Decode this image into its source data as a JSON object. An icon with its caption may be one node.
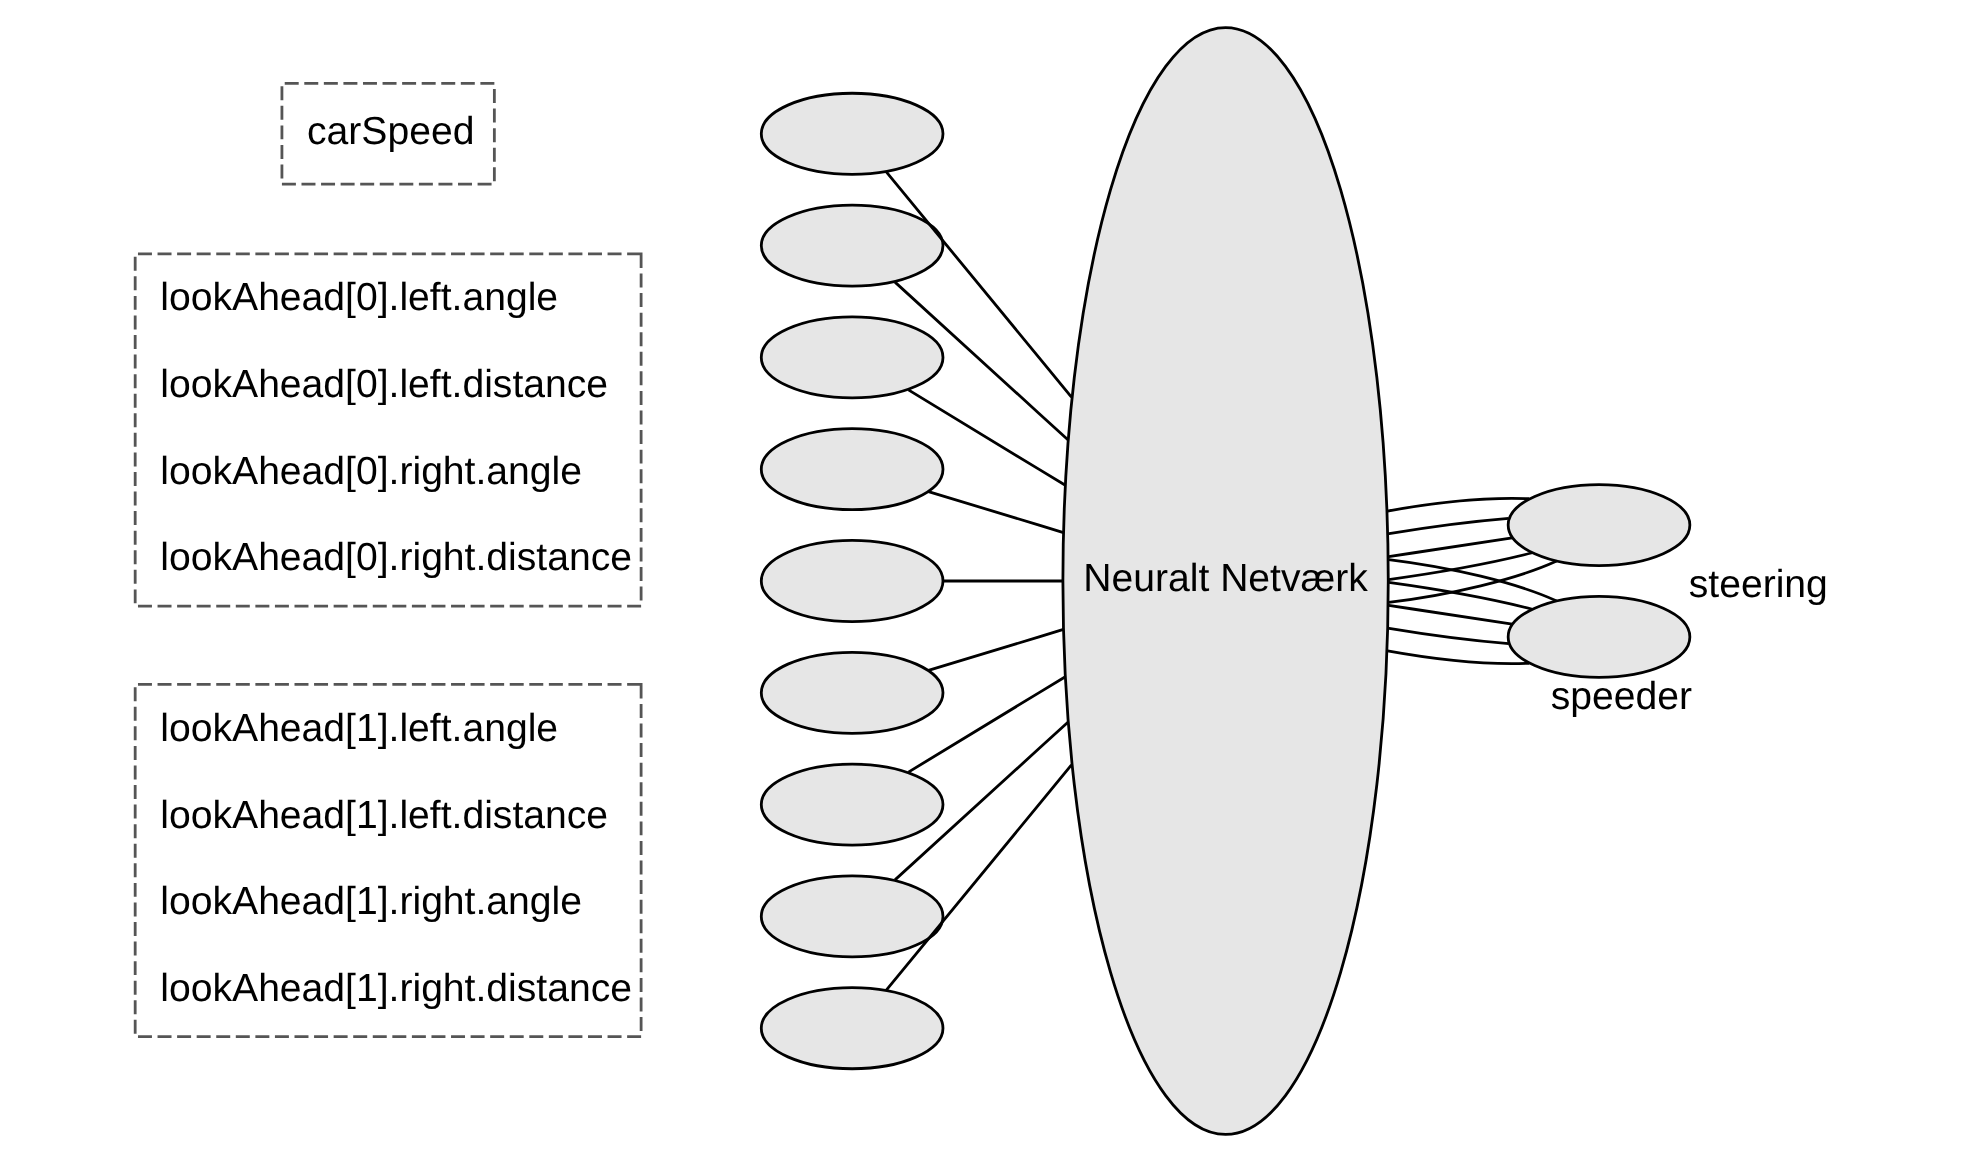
{
  "diagram": {
    "nodes": [
      {
        "text": [
          "carSpeed"
        ]
      },
      {
        "text": [
          "lookAhead[0].left.angle",
          "lookAhead[0].left.distance",
          "lookAhead[0].right.angle",
          "lookAhead[0].right.distance"
        ]
      },
      {
        "text": [
          "lookAhead[1].left.angle",
          "lookAhead[1].left.distance",
          "lookAhead[1].right.angle",
          "lookAhead[1].right.distance"
        ]
      },
      {
        "text": [],
        "shape": "ellipse"
      },
      {
        "text": [],
        "shape": "ellipse"
      },
      {
        "text": [],
        "shape": "ellipse"
      },
      {
        "text": [],
        "shape": "ellipse"
      },
      {
        "text": [],
        "shape": "ellipse"
      },
      {
        "text": [],
        "shape": "ellipse"
      },
      {
        "text": [],
        "shape": "ellipse"
      },
      {
        "text": [],
        "shape": "ellipse"
      },
      {
        "text": [],
        "shape": "ellipse"
      },
      {
        "text": [
          "Neuralt Netværk"
        ]
      },
      {
        "text": [],
        "shape": "ellipse",
        "beside": [
          "steering"
        ]
      },
      {
        "text": [],
        "shape": "ellipse",
        "beside": [
          "speeder"
        ]
      }
    ],
    "edges": [
      {
        "from": 3,
        "to": 12,
        "arrow": "none"
      },
      {
        "from": 4,
        "to": 12,
        "arrow": "none"
      },
      {
        "from": 5,
        "to": 12,
        "arrow": "none"
      },
      {
        "from": 6,
        "to": 12,
        "arrow": "none"
      },
      {
        "from": 7,
        "to": 12,
        "arrow": "none"
      },
      {
        "from": 8,
        "to": 12,
        "arrow": "none"
      },
      {
        "from": 9,
        "to": 12,
        "arrow": "none"
      },
      {
        "from": 10,
        "to": 12,
        "arrow": "none"
      },
      {
        "from": 11,
        "to": 12,
        "arrow": "none"
      },
      {
        "from": 12,
        "to": 13,
        "arrow": "none"
      },
      {
        "from": 12,
        "to": 13,
        "arrow": "none"
      },
      {
        "from": 12,
        "to": 13,
        "arrow": "none"
      },
      {
        "from": 12,
        "to": 13,
        "arrow": "none"
      },
      {
        "from": 12,
        "to": 13,
        "arrow": "none"
      },
      {
        "from": 12,
        "to": 14,
        "arrow": "none"
      },
      {
        "from": 12,
        "to": 14,
        "arrow": "none"
      },
      {
        "from": 12,
        "to": 14,
        "arrow": "none"
      },
      {
        "from": 12,
        "to": 14,
        "arrow": "none"
      },
      {
        "from": 12,
        "to": 14,
        "arrow": "none"
      }
    ]
  }
}
